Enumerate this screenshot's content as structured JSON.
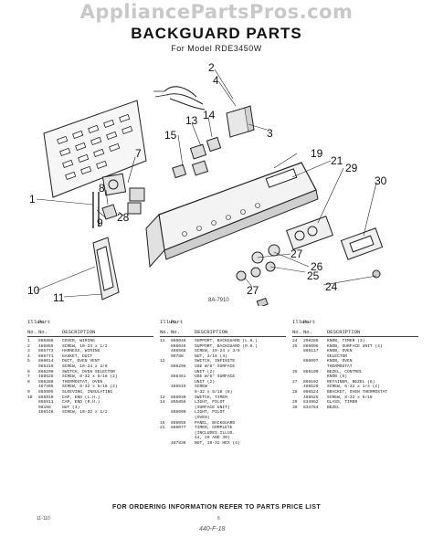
{
  "watermark": "AppliancePartsPros.com",
  "title": "BACKGUARD PARTS",
  "subtitle": "For Model RDE3450W",
  "figure_code": "8A-7910",
  "callouts": [
    "2",
    "4",
    "13",
    "14",
    "3",
    "15",
    "19",
    "7",
    "21",
    "29",
    "30",
    "8",
    "28",
    "9",
    "1",
    "10",
    "27",
    "26",
    "25",
    "11",
    "27",
    "24"
  ],
  "headers": {
    "col1": "Illus.",
    "col2": "Part",
    "col3": "No.",
    "col4": "No.",
    "col5": "DESCRIPTION"
  },
  "parts_col1": [
    [
      "1",
      "865988",
      "COVER, WIRING"
    ],
    [
      "2",
      "486865",
      "SCREW, 10-24 x 1/2"
    ],
    [
      "3",
      "865773",
      "HARNESS, WIRING"
    ],
    [
      "4",
      "865771",
      "GASKET, DUCT"
    ],
    [
      "5",
      "866014",
      "DUCT, OVEN VENT"
    ],
    [
      "",
      "985319",
      "SCREW, 10-24 x 3/8"
    ],
    [
      "6",
      "866298",
      "SWITCH, OVEN SELECTOR"
    ],
    [
      "7",
      "488525",
      "SCREW, 8-32 x 5/16 (2)"
    ],
    [
      "8",
      "866288",
      "THERMOSTAT, OVEN"
    ],
    [
      "",
      "487405",
      "SCREW, 6-32 x 5/16 (2)"
    ],
    [
      "9",
      "865905",
      "SLEEVING, INSULATING"
    ],
    [
      "10",
      "865910",
      "CAP, END (L.H.)"
    ],
    [
      "",
      "865911",
      "CAP, END (R.H.)"
    ],
    [
      "",
      "98168",
      "NUT (4)"
    ],
    [
      "",
      "486146",
      "SCREW, 10-32 x 1/2"
    ]
  ],
  "parts_col2": [
    [
      "11",
      "866048",
      "SUPPORT, BACKGUARD (L.H.)"
    ],
    [
      "",
      "866046",
      "SUPPORT, BACKGUARD (R.H.)"
    ],
    [
      "",
      "486568",
      "SCREW, 10-24 x 3/8"
    ],
    [
      "",
      "98788",
      "NUT, 3/16 (4)"
    ],
    [
      "12",
      "",
      "SWITCH, INFINITE"
    ],
    [
      "",
      "866296",
      "USE W/8\" SURFACE"
    ],
    [
      "",
      "",
      "UNIT (2)"
    ],
    [
      "",
      "866461",
      "USE W/6\" SURFACE"
    ],
    [
      "",
      "",
      "UNIT (2)"
    ],
    [
      "",
      "486515",
      "SCREW"
    ],
    [
      "",
      "",
      "8-32 x 5/16 (8)"
    ],
    [
      "13",
      "866030",
      "SWITCH, TIMER"
    ],
    [
      "14",
      "865856",
      "LIGHT, PILOT"
    ],
    [
      "",
      "",
      "(SURFACE UNIT)"
    ],
    [
      "",
      "866000",
      "LIGHT, PILOT"
    ],
    [
      "",
      "",
      "(OVEN)"
    ],
    [
      "15",
      "866055",
      "PANEL, BACKGUARD"
    ],
    [
      "21",
      "866077",
      "TIMER, COMPLETE"
    ],
    [
      "",
      "",
      "(INCLUDES ILLUS."
    ],
    [
      "",
      "",
      "14, 29 AND 30)"
    ],
    [
      "",
      "487836",
      "NUT, 10-32 HEX (4)"
    ]
  ],
  "parts_col3": [
    [
      "24",
      "298285",
      "KNOB, TIMER (3)"
    ],
    [
      "25",
      "866096",
      "KNOB, SURFACE UNIT (4)"
    ],
    [
      "",
      "866117",
      "KNOB, OVEN"
    ],
    [
      "",
      "",
      "SELECTOR"
    ],
    [
      "",
      "866097",
      "KNOB, OVEN"
    ],
    [
      "",
      "",
      "THERMOSTAT"
    ],
    [
      "26",
      "866100",
      "BEZEL, CONTROL"
    ],
    [
      "",
      "",
      "KNOB (6)"
    ],
    [
      "27",
      "866102",
      "RETAINER, BEZEL (6)"
    ],
    [
      "",
      "488520",
      "SCREW, 6-32 x 1/4 (2)"
    ],
    [
      "28",
      "866524",
      "BRACKET, OVEN THERMOSTAT"
    ],
    [
      "",
      "488525",
      "SCREW, 8-32 x 5/16"
    ],
    [
      "29",
      "834962",
      "GLASS, TIMER"
    ],
    [
      "30",
      "834764",
      "BEZEL"
    ]
  ],
  "order_text": "FOR ORDERING INFORMATION REFER TO PARTS PRICE LIST",
  "footer_code": "11-110",
  "page_number": "6",
  "hand_note": "440-F-18"
}
